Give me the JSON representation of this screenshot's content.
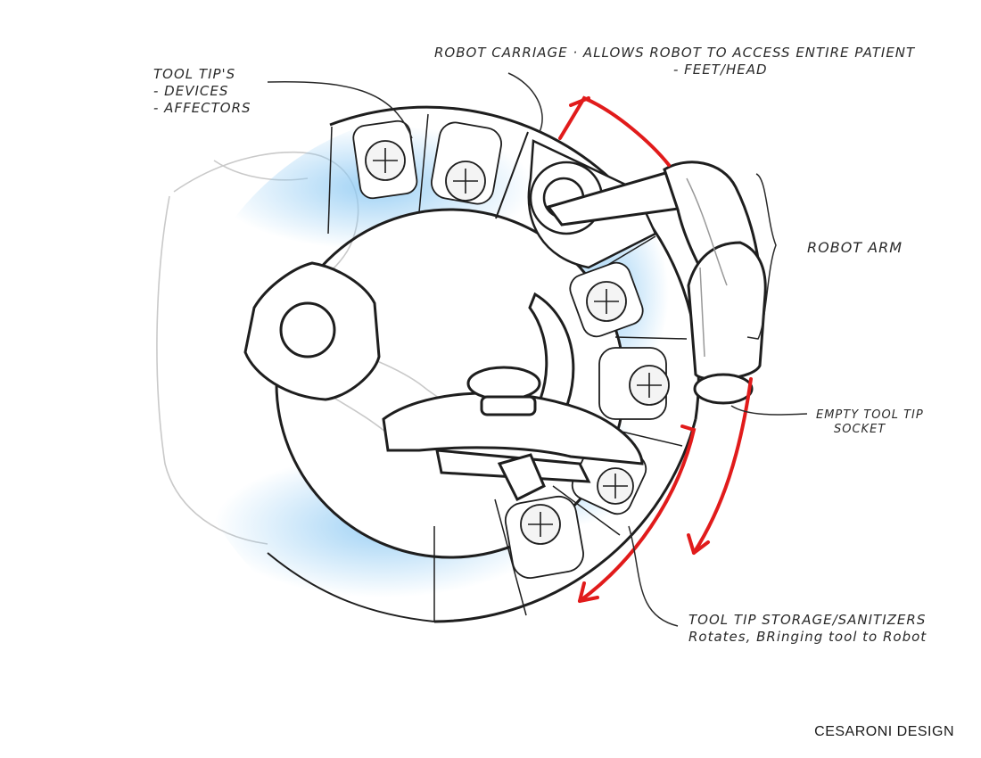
{
  "labels": {
    "tooltips": {
      "lines": [
        "TOOL TIP'S",
        "- DEVICES",
        "- AFFECTORS"
      ]
    },
    "carriage": {
      "line1": "ROBOT CARRIAGE · ALLOWS ROBOT TO ACCESS ENTIRE PATIENT",
      "line2": "- FEET/HEAD"
    },
    "arm": {
      "text": "ROBOT ARM"
    },
    "socket": {
      "line1": "EMPTY TOOL TIP",
      "line2": "SOCKET"
    },
    "storage": {
      "line1": "TOOL TIP STORAGE/SANITIZERS",
      "line2": "Rotates, BRinging tool to Robot"
    }
  },
  "brand": "CESARONI DESIGN",
  "colors": {
    "ink": "#1e1e1e",
    "arrow": "#e11b1b",
    "glow": "#9fd2f5",
    "paper": "#ffffff"
  }
}
